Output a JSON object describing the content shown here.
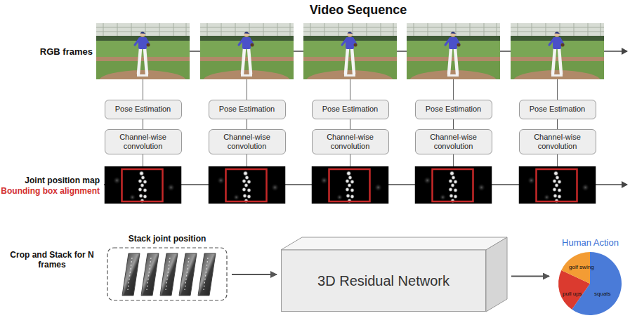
{
  "diagram": {
    "title": "Video Sequence",
    "nodes": [
      {
        "text": [
          "Pose Estimation"
        ]
      },
      {
        "text": [
          "Pose Estimation"
        ]
      },
      {
        "text": [
          "Pose Estimation"
        ]
      },
      {
        "text": [
          "Pose Estimation"
        ]
      },
      {
        "text": [
          "Pose Estimation"
        ]
      },
      {
        "text": [
          "Channel-wise convolution"
        ]
      },
      {
        "text": [
          "Channel-wise convolution"
        ]
      },
      {
        "text": [
          "Channel-wise convolution"
        ]
      },
      {
        "text": [
          "Channel-wise convolution"
        ]
      },
      {
        "text": [
          "Channel-wise convolution"
        ]
      },
      {
        "text": [
          "Stack joint position"
        ]
      },
      {
        "text": [
          "3D Residual Network"
        ]
      },
      {
        "text": [
          "Human Action",
          "golf swing",
          "pull ups",
          "squats"
        ]
      }
    ],
    "edges": [
      {
        "from": 0,
        "to": 5,
        "arrow": "none"
      },
      {
        "from": 1,
        "to": 6,
        "arrow": "none"
      },
      {
        "from": 2,
        "to": 7,
        "arrow": "none"
      },
      {
        "from": 3,
        "to": 8,
        "arrow": "none"
      },
      {
        "from": 4,
        "to": 9,
        "arrow": "none"
      },
      {
        "from": 10,
        "to": 11,
        "arrow": "to"
      },
      {
        "from": 11,
        "to": 12,
        "arrow": "to"
      }
    ],
    "labels": [
      "RGB frames",
      "Joint position map",
      "Bounding box alignment",
      "Crop and Stack for N frames"
    ]
  }
}
